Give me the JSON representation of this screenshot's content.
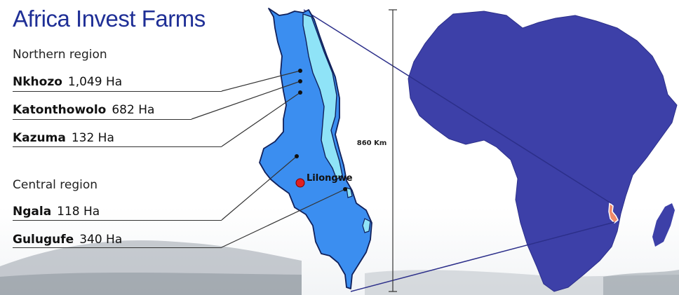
{
  "title": "Africa Invest Farms",
  "regions": {
    "northern": "Northern region",
    "central": "Central region"
  },
  "farms": [
    {
      "name": "Nkhozo",
      "area": "1,049 Ha"
    },
    {
      "name": "Katonthowolo",
      "area": "682 Ha"
    },
    {
      "name": "Kazuma",
      "area": "132 Ha"
    },
    {
      "name": "Ngala",
      "area": "118 Ha"
    },
    {
      "name": "Gulugufe",
      "area": "340 Ha"
    }
  ],
  "map": {
    "capital_label": "Lilongwe",
    "distance_label": "860 Km",
    "colors": {
      "malawi_land": "#3b8ef0",
      "lake": "#8fe3f7",
      "africa": "#3d40a8",
      "capital_marker": "#e02020",
      "title": "#1f2f96"
    }
  }
}
